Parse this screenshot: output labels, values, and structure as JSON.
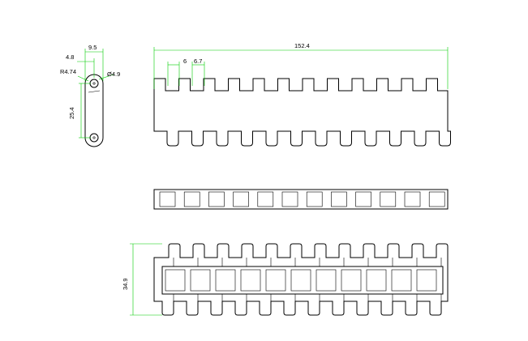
{
  "drawing": {
    "dimensions": {
      "pitch_width": "9.5",
      "offset": "4.8",
      "radius": "R4.74",
      "hole_diameter": "Ø4.9",
      "pitch_length": "25.4",
      "overall_length": "152.4",
      "tooth_width": "6",
      "gap_width": "6.7",
      "overall_width": "34.9"
    },
    "colors": {
      "dimension_line": "#00cc00",
      "part_line": "#000000"
    }
  }
}
